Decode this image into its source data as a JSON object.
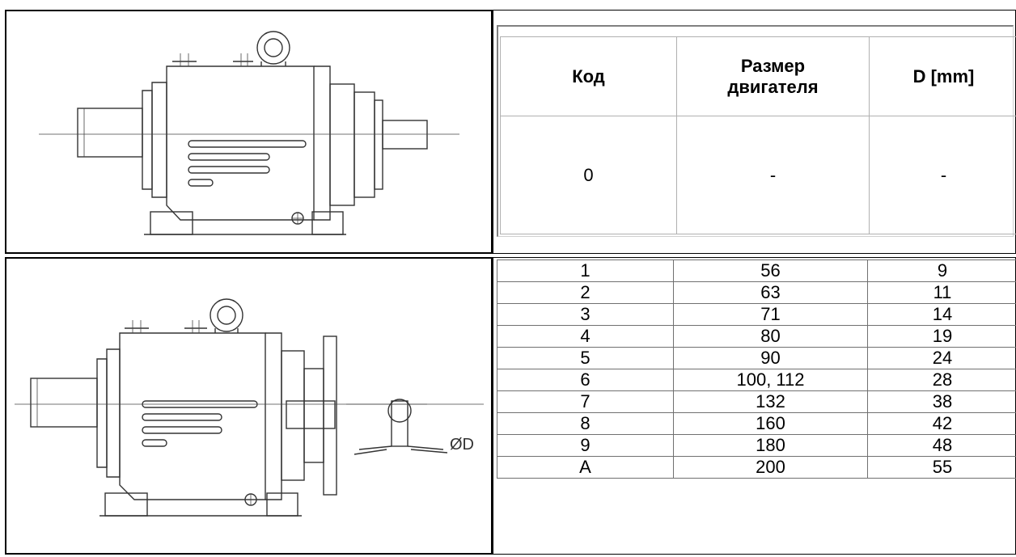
{
  "header": {
    "col_code": "Код",
    "col_motor_size": "Размер двигателя",
    "col_diameter": "D [mm]"
  },
  "first_row": {
    "code": "0",
    "motor_size": "-",
    "diameter": "-"
  },
  "rows": [
    {
      "code": "1",
      "motor_size": "56",
      "diameter": "9"
    },
    {
      "code": "2",
      "motor_size": "63",
      "diameter": "11"
    },
    {
      "code": "3",
      "motor_size": "71",
      "diameter": "14"
    },
    {
      "code": "4",
      "motor_size": "80",
      "diameter": "19"
    },
    {
      "code": "5",
      "motor_size": "90",
      "diameter": "24"
    },
    {
      "code": "6",
      "motor_size": "100, 112",
      "diameter": "28"
    },
    {
      "code": "7",
      "motor_size": "132",
      "diameter": "38"
    },
    {
      "code": "8",
      "motor_size": "160",
      "diameter": "42"
    },
    {
      "code": "9",
      "motor_size": "180",
      "diameter": "48"
    },
    {
      "code": "A",
      "motor_size": "200",
      "diameter": "55"
    }
  ],
  "drawing": {
    "diameter_label": "ØD"
  }
}
